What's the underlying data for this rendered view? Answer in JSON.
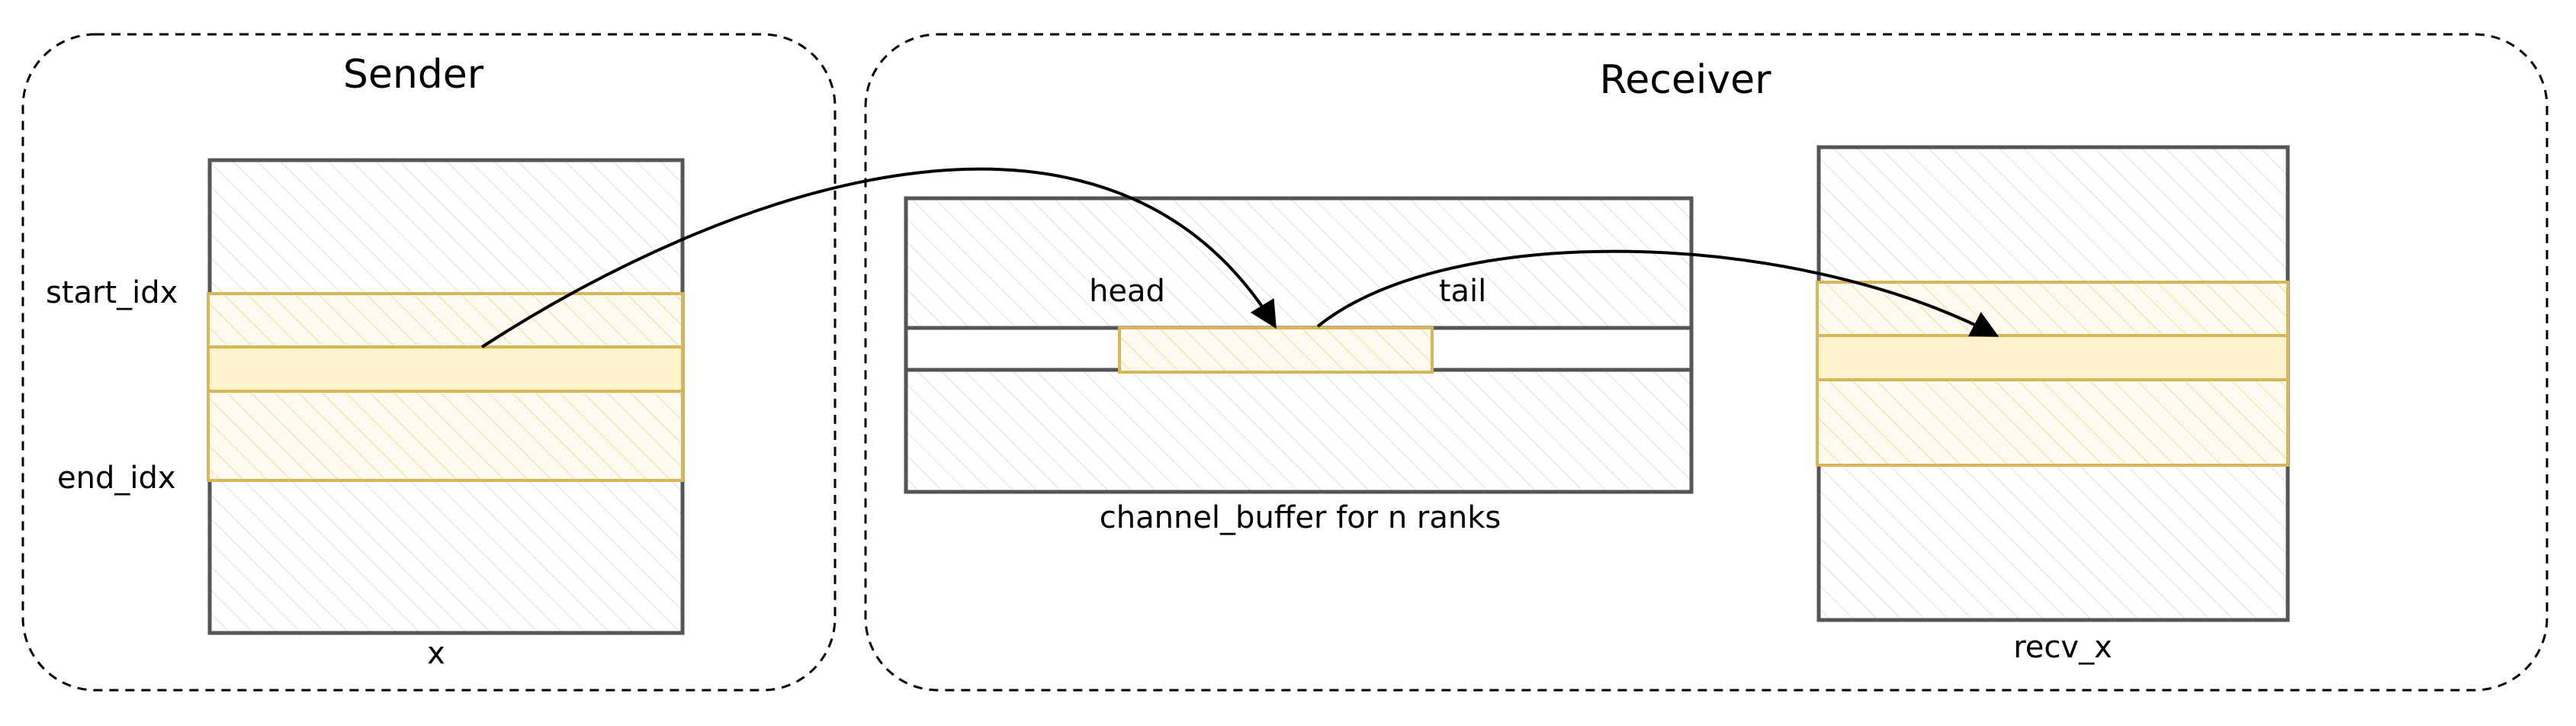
{
  "sender": {
    "title": "Sender",
    "start_label": "start_idx",
    "end_label": "end_idx",
    "array_label": "x"
  },
  "receiver": {
    "title": "Receiver",
    "head_label": "head",
    "tail_label": "tail",
    "buffer_label": "channel_buffer for n ranks",
    "recv_label": "recv_x"
  },
  "colors": {
    "outline": "#555555",
    "highlight_stroke": "#d6b656",
    "highlight_fill": "#fff2cc",
    "hatch": "#e2e2e2",
    "arrow": "#000000"
  }
}
